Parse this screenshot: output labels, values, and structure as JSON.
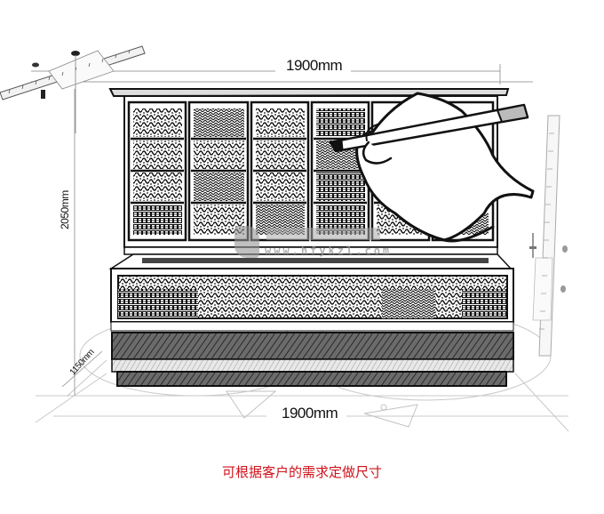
{
  "illustration": {
    "subject": "Refrigerated supermarket display cabinet (combination freezer) sketch",
    "style": "black-and-white pencil sketch with hand holding pencil and rulers"
  },
  "dimensions": {
    "width_top": "1900mm",
    "width_bottom": "1900mm",
    "height": "2050mm",
    "depth": "1150mm"
  },
  "watermark": {
    "url": "www.hfykzl.com"
  },
  "caption": {
    "text": "可根据客户的需求定做尺寸",
    "color": "#d0121b"
  },
  "colors": {
    "line": "#111111",
    "guide": "#bdbdbd",
    "background": "#ffffff"
  }
}
